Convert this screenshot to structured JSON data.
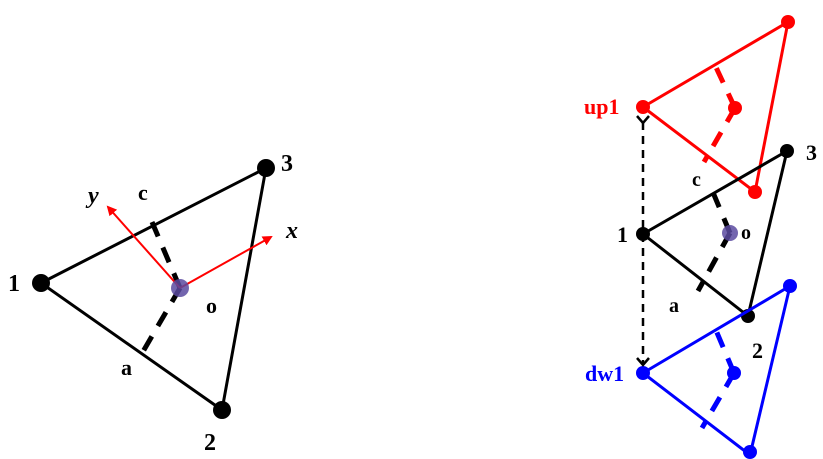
{
  "left_diagram": {
    "vertex_labels": {
      "v1": "1",
      "v2": "2",
      "v3": "3"
    },
    "center_label": "o",
    "edge_labels": {
      "a": "a",
      "c": "c"
    },
    "axis_labels": {
      "x": "x",
      "y": "y"
    }
  },
  "right_diagram": {
    "up_label": "up1",
    "down_label": "dw1",
    "vertex_labels": {
      "v1": "1",
      "v2": "2",
      "v3": "3"
    },
    "center_label": "o",
    "edge_labels": {
      "a": "a",
      "c": "c"
    }
  },
  "colors": {
    "main": "#000000",
    "up": "#ff0000",
    "down": "#0000ff",
    "axes": "#ff0000",
    "center_marker": "#5a4aa0"
  }
}
